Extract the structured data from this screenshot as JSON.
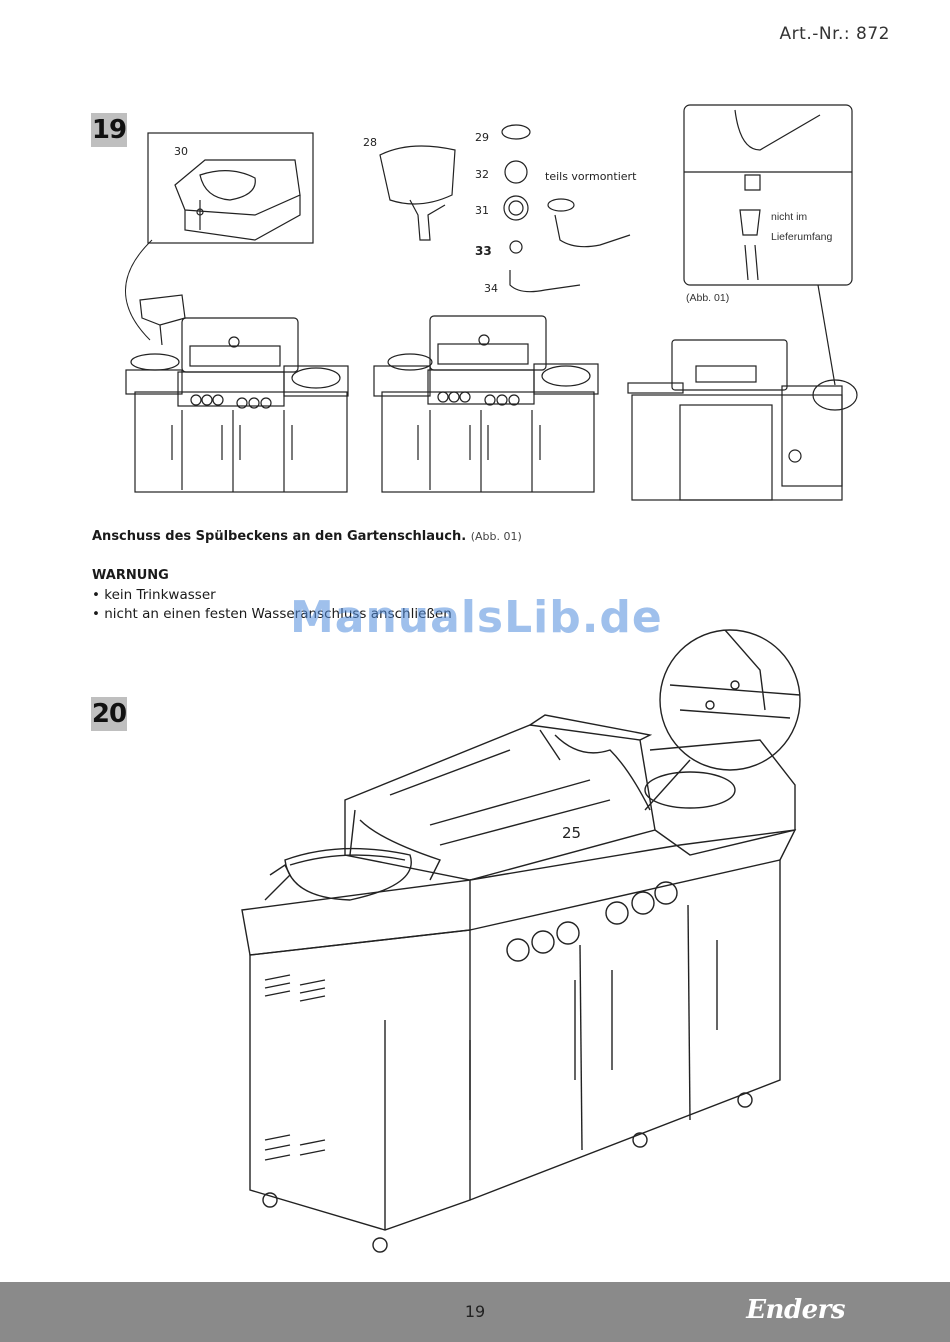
{
  "header": {
    "article_number": "Art.-Nr.: 872"
  },
  "step19": {
    "number": "19",
    "parts": {
      "p30": "30",
      "p28": "28",
      "p29": "29",
      "p32": "32",
      "p31": "31",
      "p33": "33",
      "p34": "34"
    },
    "preassembled_note": "teils vormontiert",
    "not_included_line1": "nicht im",
    "not_included_line2": "Lieferumfang",
    "figure_ref": "(Abb. 01)"
  },
  "caption": {
    "text": "Anschuss des Spülbeckens an den Gartenschlauch.",
    "ref": "(Abb. 01)"
  },
  "warning": {
    "title": "WARNUNG",
    "items": [
      "• kein Trinkwasser",
      "• nicht an einen festen Wasseranschluss anschließen"
    ]
  },
  "watermark": "ManualsLib.de",
  "step20": {
    "number": "20",
    "part": "25"
  },
  "footer": {
    "page_number": "19",
    "brand": "Enders"
  }
}
